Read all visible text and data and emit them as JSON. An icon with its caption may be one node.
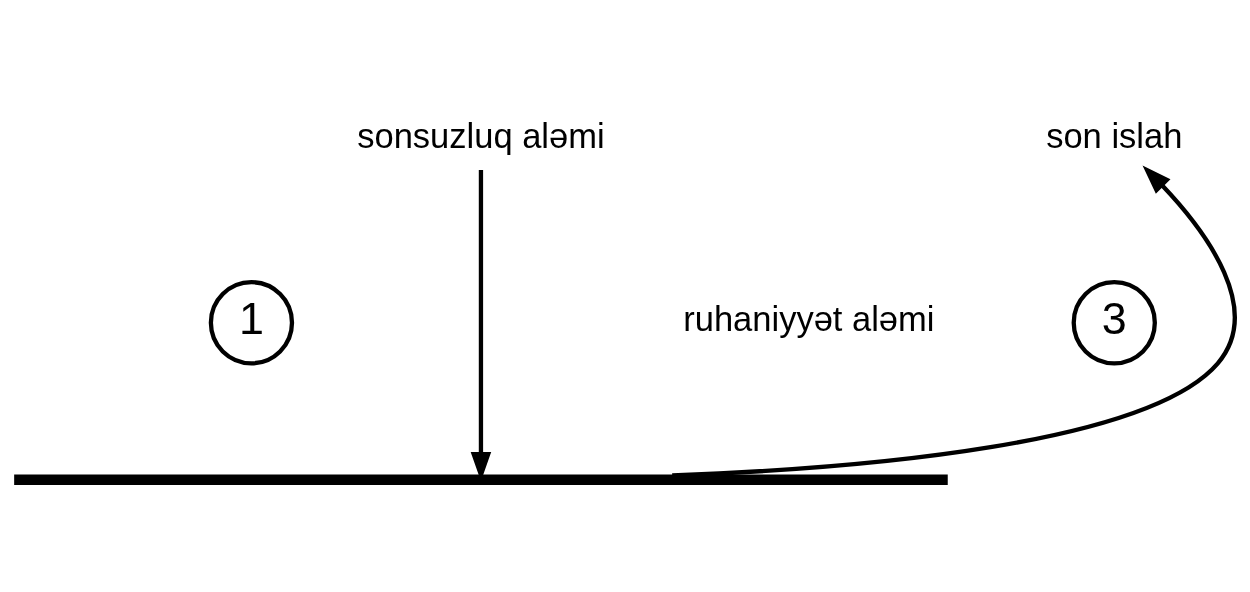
{
  "diagram": {
    "nodes": [
      {
        "text": [
          "sonsuzluq aləmi"
        ]
      },
      {
        "text": [
          "son islah"
        ]
      },
      {
        "text": [
          "1"
        ]
      },
      {
        "text": [
          "3"
        ]
      },
      {
        "text": [],
        "shape": "bar"
      }
    ],
    "edges": [
      {
        "from": 0,
        "to": 4,
        "arrow": "to"
      },
      {
        "from": 4,
        "to": 1,
        "arrow": "to"
      }
    ],
    "labels": [
      "ruhaniyyət aləmi"
    ]
  }
}
